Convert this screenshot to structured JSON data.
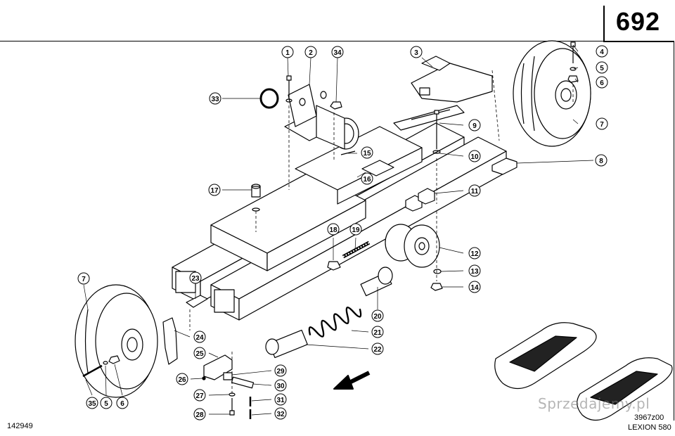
{
  "page_number": "692",
  "footer": {
    "figure_id": "142949",
    "reference": "3967z00",
    "model": "LEXION 580"
  },
  "watermark": "Sprzedajemy.pl",
  "callouts": [
    "1",
    "2",
    "34",
    "3",
    "4",
    "5",
    "6",
    "7",
    "33",
    "9",
    "15",
    "10",
    "16",
    "8",
    "17",
    "11",
    "18",
    "19",
    "12",
    "13",
    "14",
    "7",
    "23",
    "20",
    "24",
    "21",
    "25",
    "22",
    "26",
    "29",
    "27",
    "30",
    "31",
    "28",
    "32",
    "35",
    "5",
    "6"
  ]
}
